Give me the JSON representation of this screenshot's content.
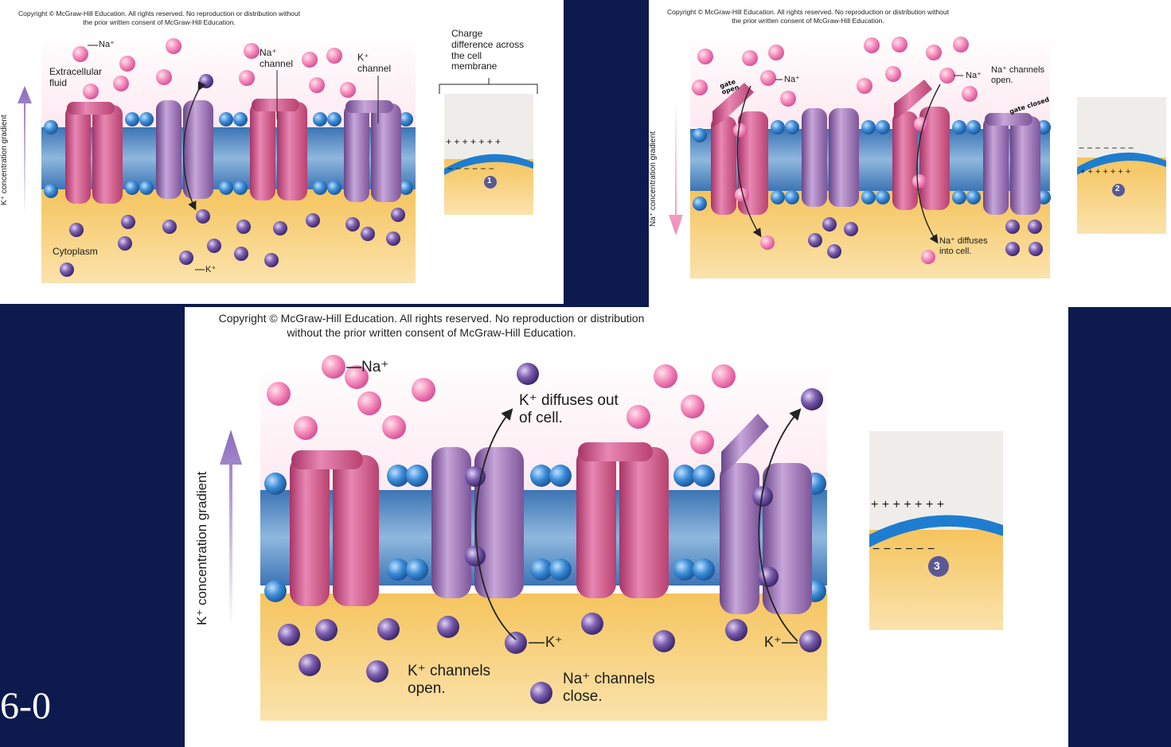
{
  "copyright": "Copyright © McGraw-Hill Education.  All rights reserved. No reproduction or distribution without the prior written consent of McGraw-Hill Education.",
  "slide_number": "6-0",
  "panel1": {
    "na_label": "Na⁺",
    "extracellular": "Extracellular fluid",
    "na_channel": "Na⁺ channel",
    "k_channel": "K⁺ channel",
    "cytoplasm": "Cytoplasm",
    "k_label": "K⁺",
    "gradient": "K⁺ concentration gradient",
    "charge_title": "Charge difference across the cell membrane",
    "step": "1"
  },
  "panel2": {
    "na_label_1": "Na⁺",
    "na_label_2": "Na⁺",
    "na_open": "Na⁺ channels open.",
    "na_diffuses": "Na⁺ diffuses into cell.",
    "gradient": "Na⁺ concentration gradient",
    "gate_open": "gate open",
    "gate_closed": "gate closed",
    "step": "2"
  },
  "panel3": {
    "na_label": "Na⁺",
    "k_diffuses": "K⁺ diffuses out of cell.",
    "k_label_1": "K⁺",
    "k_label_2": "K⁺",
    "k_open": "K⁺ channels open.",
    "na_close": "Na⁺ channels close.",
    "gradient": "K⁺ concentration gradient",
    "step": "3"
  },
  "colors": {
    "background": "#0c1a4d",
    "na_ion": "#f08bb8",
    "k_ion": "#7a5aa6",
    "na_channel": "#cc4f82",
    "k_channel": "#9b6fb0",
    "cytoplasm": "#f7cf78",
    "membrane_head": "#2c7fc9"
  }
}
